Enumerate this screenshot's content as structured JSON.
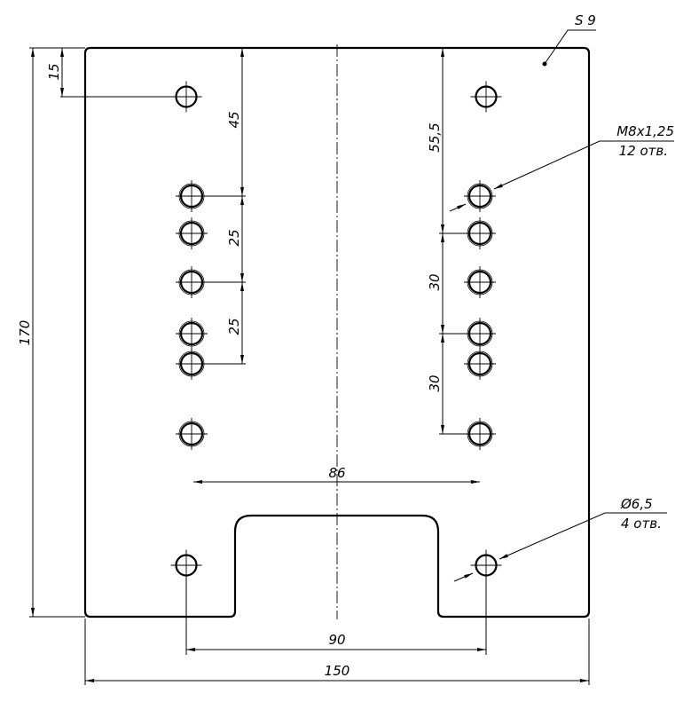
{
  "drawing": {
    "thickness_label": "S 9",
    "thread_callout": {
      "size": "M8x1,25",
      "count": "12 отв."
    },
    "hole_callout": {
      "size": "Ø6,5",
      "count": "4 отв."
    },
    "dimensions": {
      "overall_height": "170",
      "top_hole_offset": "15",
      "left_first_offset": "45",
      "left_pitch_1": "25",
      "left_pitch_2": "25",
      "right_first_offset": "55,5",
      "right_pitch_1": "30",
      "right_pitch_2": "30",
      "hole_column_spacing": "86",
      "bottom_hole_spacing": "90",
      "overall_width": "150"
    }
  }
}
